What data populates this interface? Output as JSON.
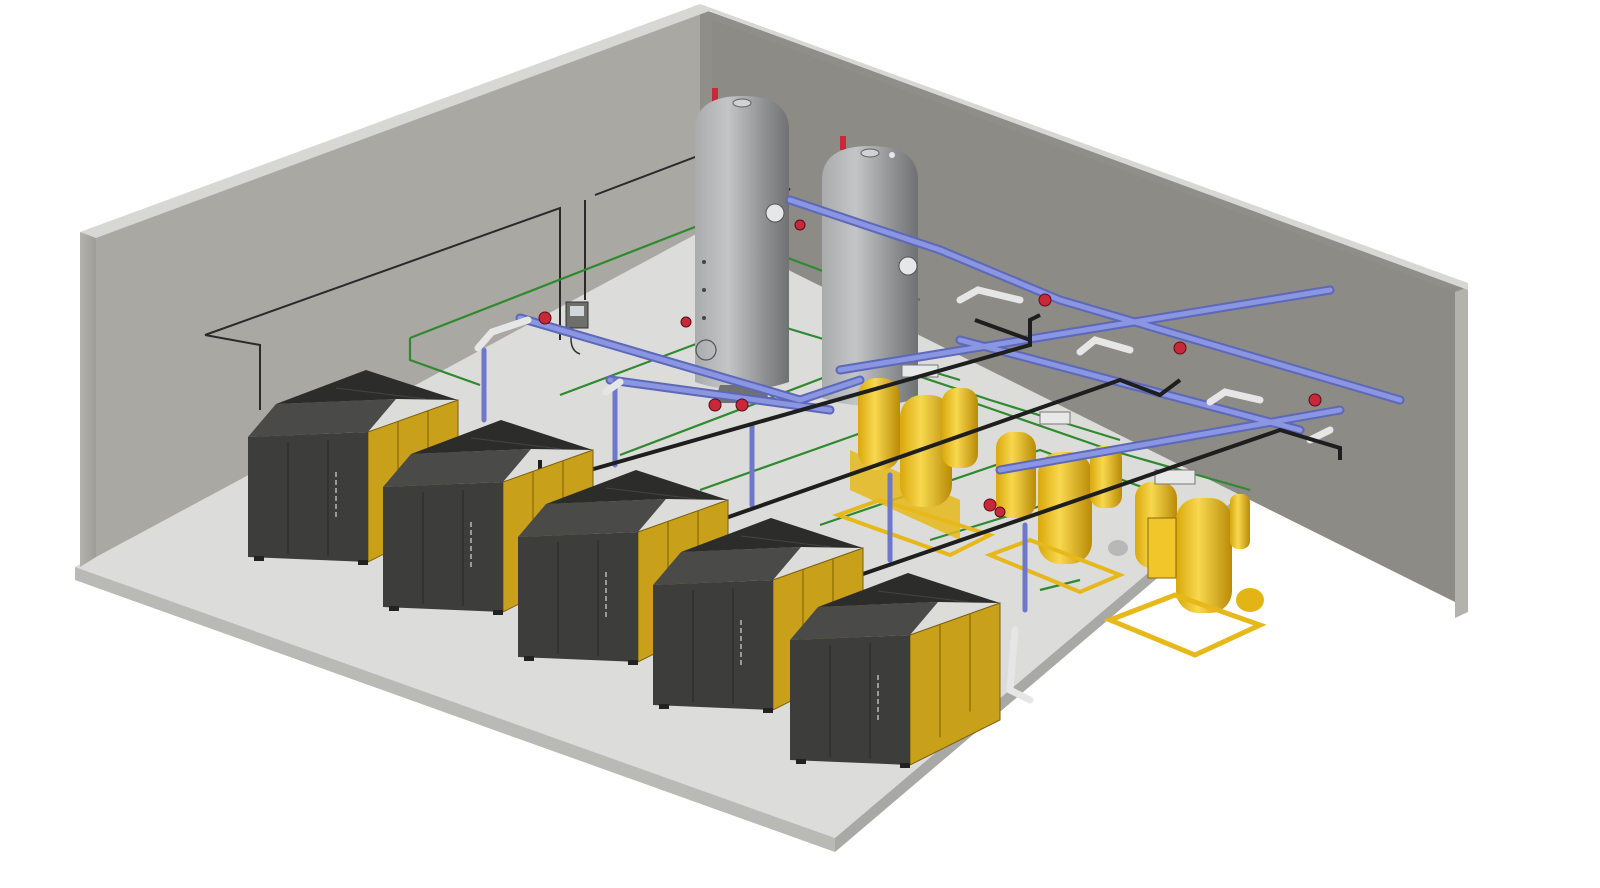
{
  "scene": {
    "kind": "isometric compressed-air room layout",
    "colors": {
      "background": "#ffffff",
      "wall_back_left": "#a8a7a2",
      "wall_back_right": "#8f8e89",
      "wall_side": "#b3b2ad",
      "wall_cap": "#d9d9d6",
      "floor": "#dcdcda",
      "slab_edge": "#b9b9b6",
      "compressor_body": "#3d3d3b",
      "compressor_top": "#2c2c2b",
      "compressor_panel": "#c9a01a",
      "tank_steel": "#8e9092",
      "tank_steel_light": "#b4b6b7",
      "dryer_yellow": "#e2b514",
      "dryer_yellow_light": "#f6d54a",
      "pipe_blue": "#7b87d8",
      "pipe_white": "#e8e8e8",
      "pipe_black": "#1e1e1e",
      "drain_green": "#2f8a2f",
      "valve_red": "#c8283a",
      "frame_yellow": "#e6b81a"
    },
    "compressors": [
      {
        "id": "compressor-1"
      },
      {
        "id": "compressor-2"
      },
      {
        "id": "compressor-3"
      },
      {
        "id": "compressor-4"
      },
      {
        "id": "compressor-5"
      }
    ],
    "receiver_tanks": [
      {
        "id": "receiver-tank-1"
      },
      {
        "id": "receiver-tank-2"
      }
    ],
    "dryers": [
      {
        "id": "dryer-1"
      },
      {
        "id": "dryer-2"
      },
      {
        "id": "dryer-3"
      }
    ]
  }
}
